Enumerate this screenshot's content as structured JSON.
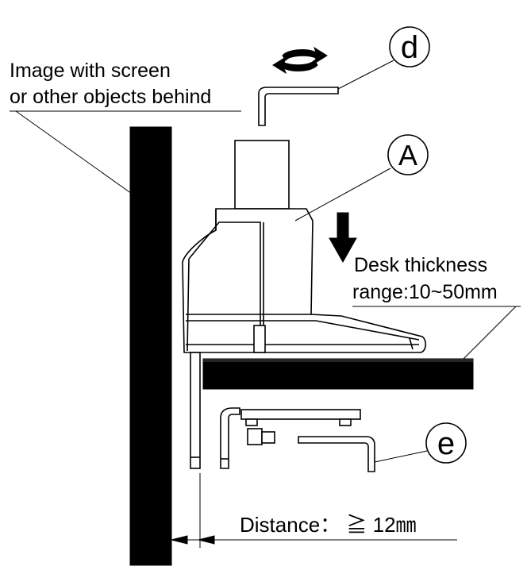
{
  "labels": {
    "behind_line1": "Image with screen",
    "behind_line2": "or other objects behind",
    "desk_line1": "Desk thickness",
    "desk_line2": "range:10~50mm",
    "distance": "Distance： ≧ 12㎜"
  },
  "callouts": {
    "d": "d",
    "a": "A",
    "e": "e"
  },
  "icons": {
    "rotate": "rotate-arrows-icon",
    "down": "down-arrow-icon"
  }
}
